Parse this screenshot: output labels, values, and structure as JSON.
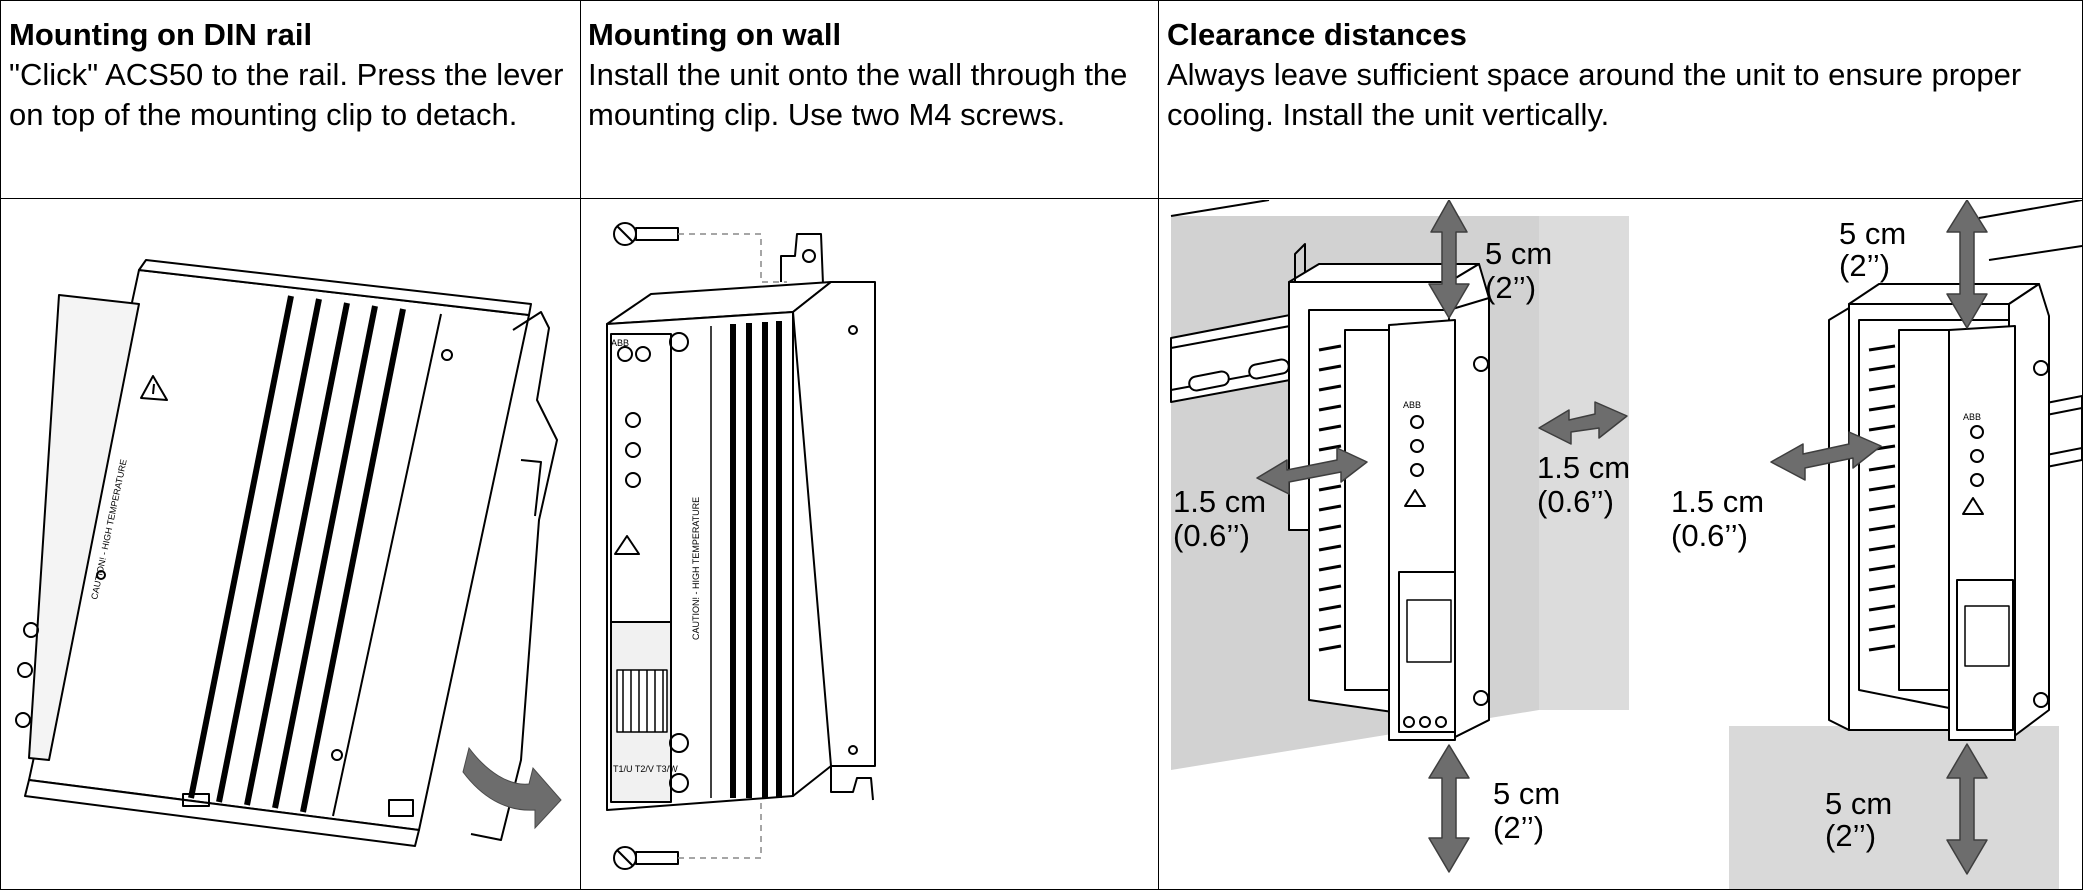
{
  "columns": [
    {
      "title": "Mounting on DIN rail",
      "text": "\"Click\" ACS50 to the rail. Press the lever on top of the mounting clip to detach."
    },
    {
      "title": "Mounting on wall",
      "text": "Install the unit onto the wall through the mounting clip. Use two M4 screws."
    },
    {
      "title": "Clearance distances",
      "text": "Always leave sufficient space around the unit to ensure proper cooling. Install the unit vertically."
    }
  ],
  "clearance": {
    "top_left": {
      "cm": "5 cm",
      "in": "(2’’)"
    },
    "side_left": {
      "cm": "1.5 cm",
      "in": "(0.6’’)"
    },
    "side_mid": {
      "cm": "1.5 cm",
      "in": "(0.6’’)"
    },
    "side_right": {
      "cm": "1.5 cm",
      "in": "(0.6’’)"
    },
    "bottom_left": {
      "cm": "5 cm",
      "in": "(2’’)"
    },
    "top_right": {
      "cm": "5 cm",
      "in": "(2’’)"
    },
    "bottom_right": {
      "cm": "5 cm",
      "in": "(2’’)"
    }
  },
  "drive_markings": {
    "brand": "ABB",
    "caution": "CAUTION! - HIGH TEMPERATURE",
    "terminals": "T1/U T2/V T3/W"
  },
  "colors": {
    "arrow": "#6d6d6d",
    "wall": "#d2d2d2",
    "line": "#000000"
  }
}
